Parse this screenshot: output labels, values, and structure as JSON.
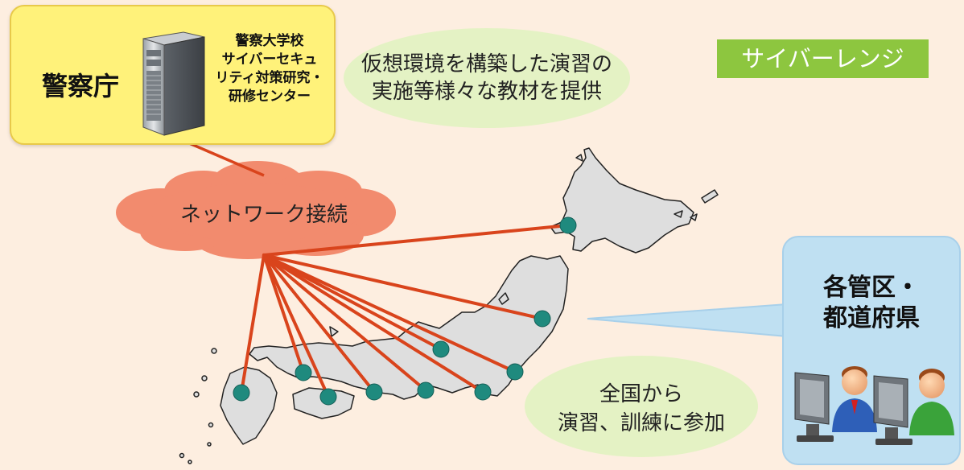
{
  "npa": {
    "name": "警察庁",
    "center_lines": [
      "警察大学校",
      "サイバーセキュ",
      "リティ対策研究・",
      "研修センター"
    ]
  },
  "top_bubble": {
    "lines": [
      "仮想環境を構築した演習の",
      "実施等様々な教材を提供"
    ]
  },
  "range_badge": {
    "label": "サイバーレンジ"
  },
  "cloud": {
    "label": "ネットワーク接続"
  },
  "bottom_bubble": {
    "lines": [
      "全国から",
      "演習、訓練に参加"
    ]
  },
  "prefectures": {
    "lines": [
      "各管区・",
      "都道府県"
    ]
  },
  "colors": {
    "link_line": "#d9441c",
    "node": "#1f8a7e",
    "cloud": "#f28b6e",
    "police_box": "#fff27a",
    "badge": "#8dc63f",
    "map_land": "#dedede"
  }
}
